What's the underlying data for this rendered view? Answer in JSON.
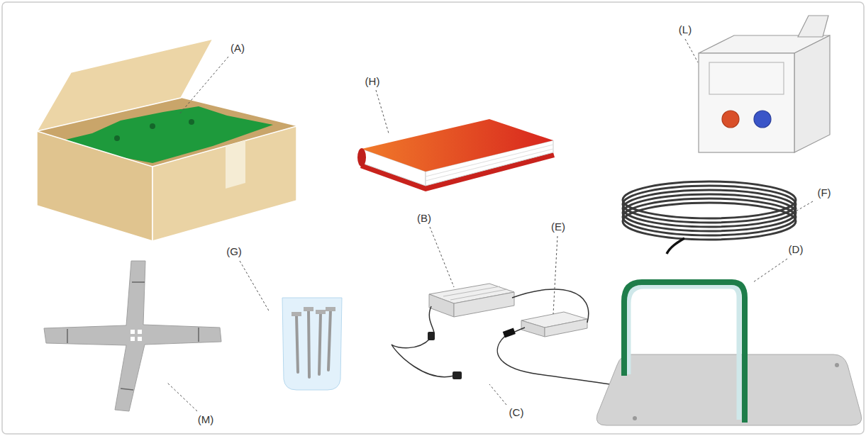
{
  "diagram": {
    "labels": [
      "(A)",
      "(H)",
      "(L)",
      "(F)",
      "(B)",
      "(E)",
      "(D)",
      "(G)",
      "(C)",
      "(M)"
    ]
  }
}
